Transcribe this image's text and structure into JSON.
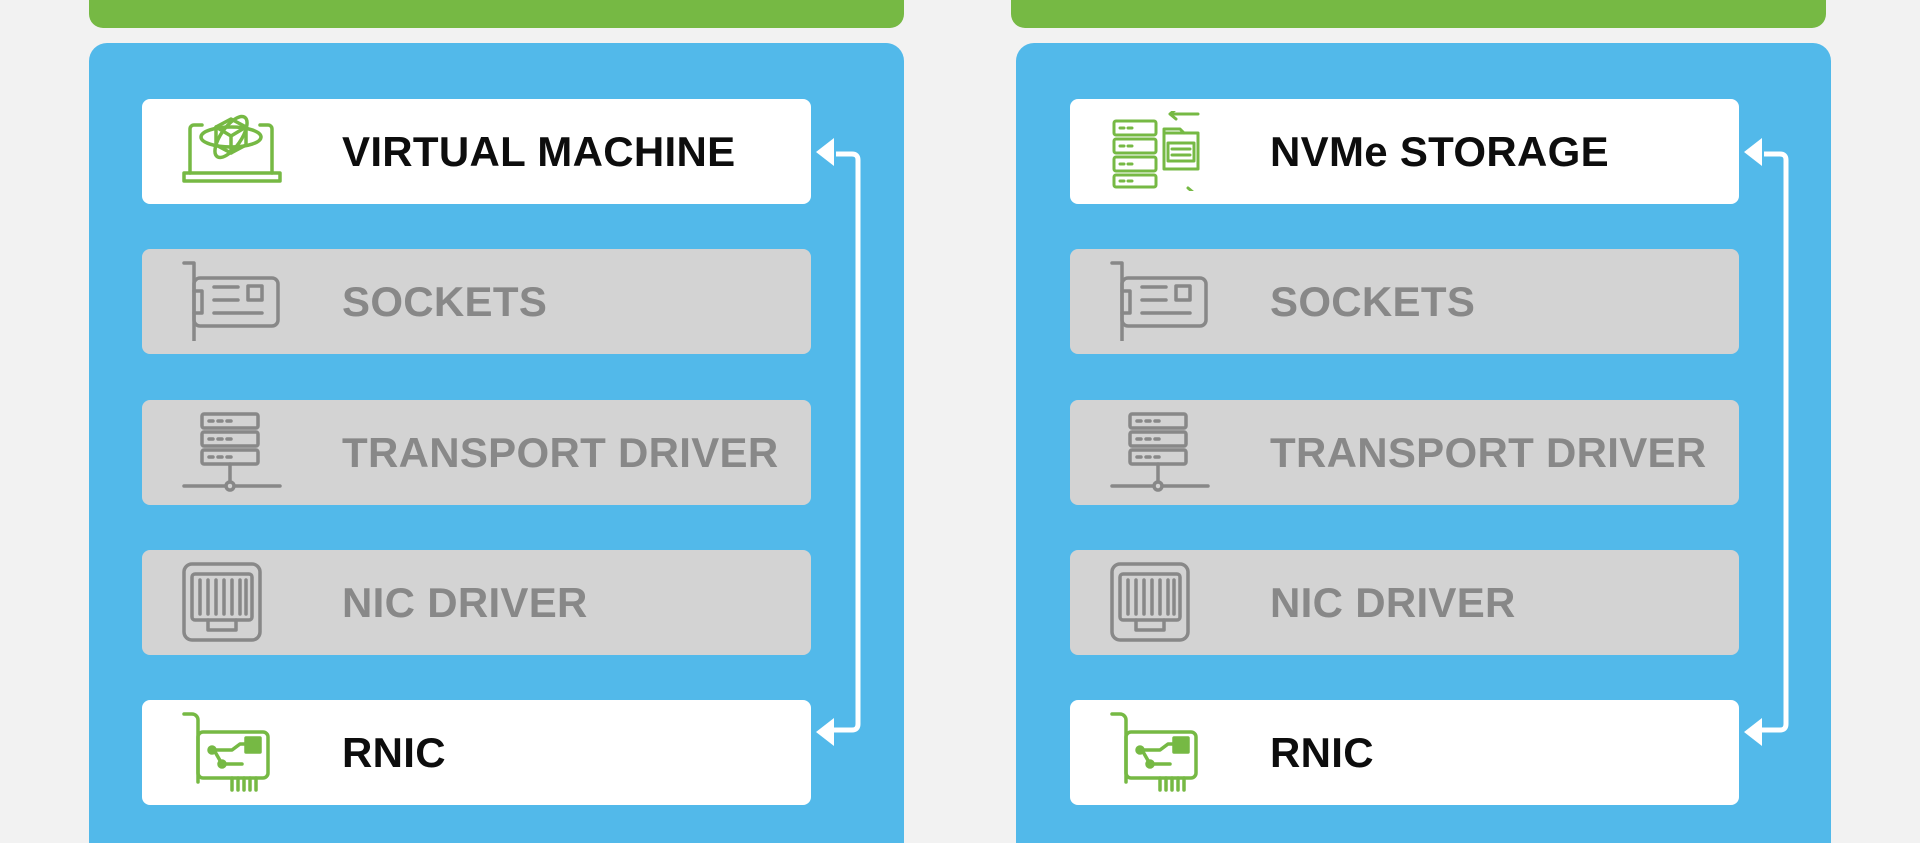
{
  "colors": {
    "background": "#f2f2f2",
    "top_bar": "#76b944",
    "panel": "#52b9ea",
    "active_row": "#ffffff",
    "muted_row": "#d3d3d3",
    "active_text": "#0d0d0d",
    "muted_text": "#888888",
    "active_icon": "#76b944",
    "muted_icon": "#888888"
  },
  "stacks": [
    {
      "rows": [
        {
          "label": "VIRTUAL MACHINE",
          "icon": "virtual-machine-icon",
          "state": "active"
        },
        {
          "label": "SOCKETS",
          "icon": "network-card-icon",
          "state": "muted"
        },
        {
          "label": "TRANSPORT DRIVER",
          "icon": "server-rack-icon",
          "state": "muted"
        },
        {
          "label": "NIC DRIVER",
          "icon": "memory-chip-icon",
          "state": "muted"
        },
        {
          "label": "RNIC",
          "icon": "rnic-card-icon",
          "state": "active"
        }
      ]
    },
    {
      "rows": [
        {
          "label": "NVMe STORAGE",
          "icon": "nvme-storage-icon",
          "state": "active"
        },
        {
          "label": "SOCKETS",
          "icon": "network-card-icon",
          "state": "muted"
        },
        {
          "label": "TRANSPORT DRIVER",
          "icon": "server-rack-icon",
          "state": "muted"
        },
        {
          "label": "NIC DRIVER",
          "icon": "memory-chip-icon",
          "state": "muted"
        },
        {
          "label": "RNIC",
          "icon": "rnic-card-icon",
          "state": "active"
        }
      ]
    }
  ]
}
